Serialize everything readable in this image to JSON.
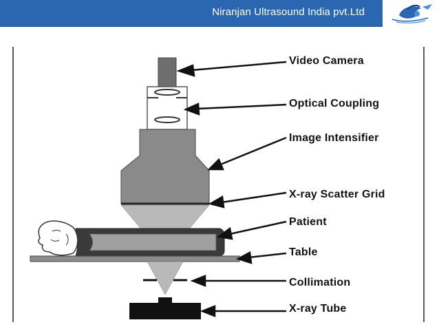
{
  "header": {
    "title": "Niranjan Ultrasound India pvt.Ltd",
    "bar_color": "#2b67b0",
    "logo_icon": "company-logo-icon"
  },
  "diagram": {
    "labels": {
      "video_camera": "Video Camera",
      "optical_coupling": "Optical Coupling",
      "image_intensifier": "Image Intensifier",
      "xray_scatter_grid": "X-ray Scatter Grid",
      "patient": "Patient",
      "table": "Table",
      "collimation": "Collimation",
      "xray_tube": "X-ray Tube"
    }
  }
}
